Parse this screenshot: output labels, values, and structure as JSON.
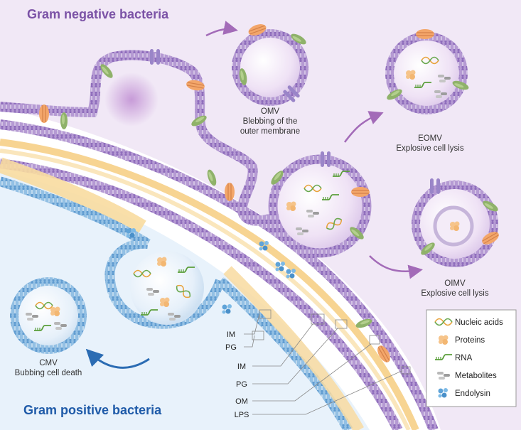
{
  "titles": {
    "gram_negative": "Gram negative bacteria",
    "gram_positive": "Gram positive bacteria"
  },
  "vesicles": {
    "omv": {
      "name": "OMV",
      "desc_line1": "Blebbing of the",
      "desc_line2": "outer membrane"
    },
    "eomv": {
      "name": "EOMV",
      "desc": "Explosive cell lysis"
    },
    "oimv": {
      "name": "OIMV",
      "desc": "Explosive cell lysis"
    },
    "cmv": {
      "name": "CMV",
      "desc": "Bubbing cell death"
    }
  },
  "layer_labels": {
    "pos_im": "IM",
    "pos_pg": "PG",
    "neg_im": "IM",
    "neg_pg": "PG",
    "neg_om": "OM",
    "neg_lps": "LPS"
  },
  "legend": {
    "items": [
      {
        "label": "Nucleic acids",
        "icon": "nucleic-acid-icon"
      },
      {
        "label": "Proteins",
        "icon": "protein-icon"
      },
      {
        "label": "RNA",
        "icon": "rna-icon"
      },
      {
        "label": "Metabolites",
        "icon": "metabolite-icon"
      },
      {
        "label": "Endolysin",
        "icon": "endolysin-icon"
      }
    ]
  },
  "colors": {
    "gram_negative_title": "#7b52a6",
    "gram_positive_title": "#1e5aa8",
    "outer_membrane": "#a98ccc",
    "inner_membrane_blue": "#7fb2dc",
    "peptidoglycan": "#f0c46c",
    "background_purple": "#efe5f4",
    "background_blue": "#e6f1fa",
    "arrow_purple": "#a36bb8",
    "arrow_blue": "#2b6cb3"
  }
}
